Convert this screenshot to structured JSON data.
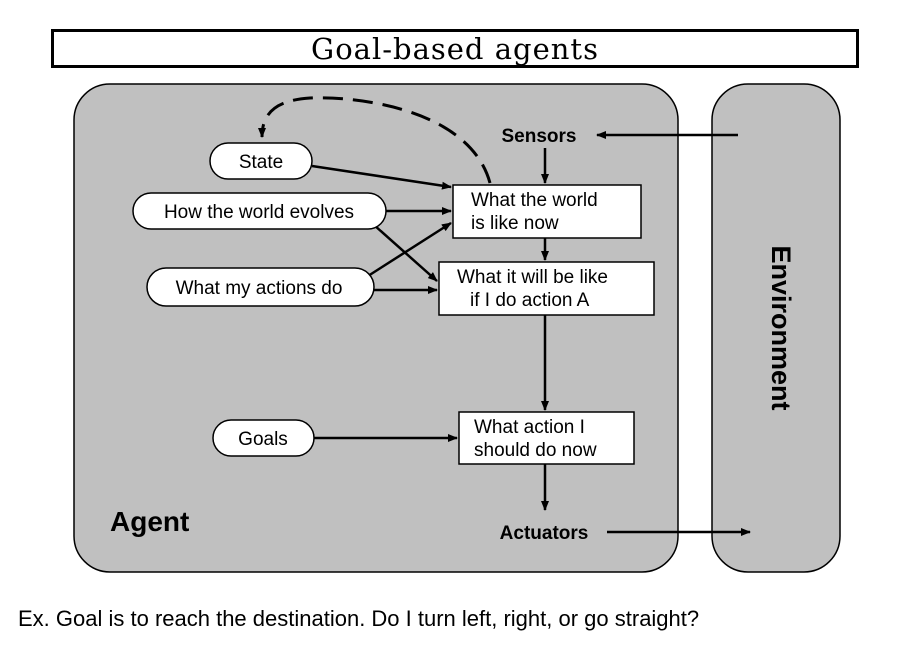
{
  "title": "Goal-based agents",
  "agent_label": "Agent",
  "environment_label": "Environment",
  "sensors_label": "Sensors",
  "actuators_label": "Actuators",
  "ovals": {
    "state": "State",
    "world_evolves": "How the world evolves",
    "actions_do": "What my actions do",
    "goals": "Goals"
  },
  "boxes": {
    "world_now": [
      "What the world",
      "is like now"
    ],
    "if_action": [
      "What it will be like",
      "if I do action A"
    ],
    "action_now": [
      "What action I",
      "should do now"
    ]
  },
  "caption": "Ex. Goal is to reach the destination. Do I turn left, right, or go straight?",
  "colors": {
    "panel": "#c0c0c0",
    "stroke": "#000000",
    "box": "#ffffff"
  }
}
